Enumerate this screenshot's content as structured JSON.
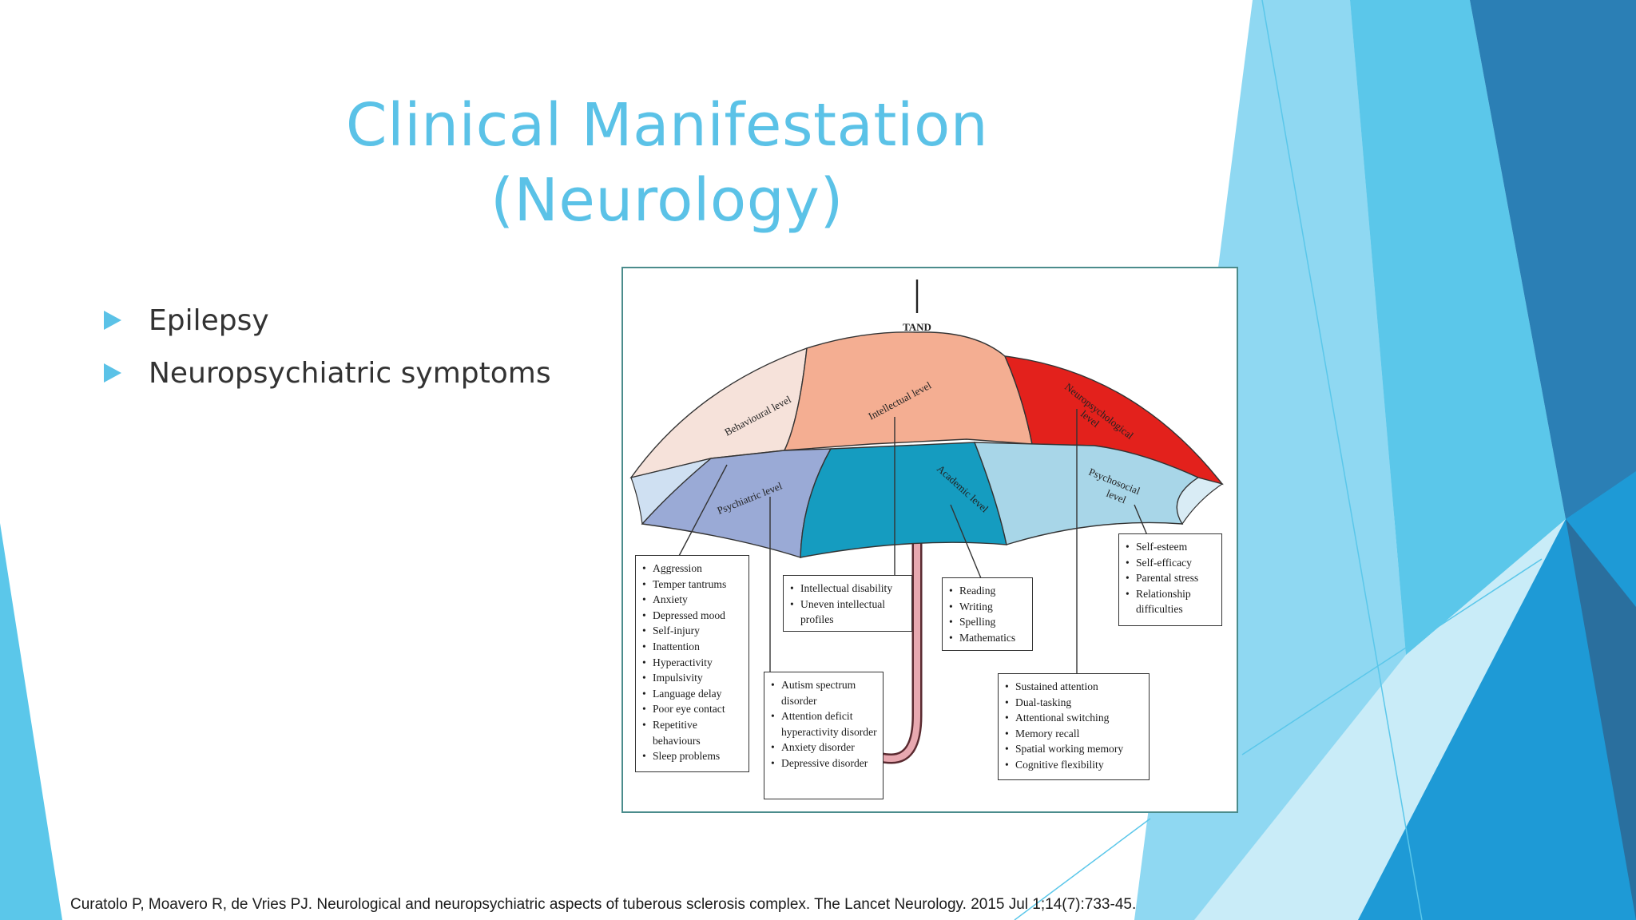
{
  "slide": {
    "title_line1": "Clinical Manifestation",
    "title_line2": "(Neurology)",
    "bullets": [
      "Epilepsy",
      "Neuropsychiatric symptoms"
    ],
    "citation": "Curatolo P, Moavero R, de Vries PJ. Neurological and neuropsychiatric aspects of tuberous sclerosis complex. The Lancet Neurology. 2015 Jul 1;14(7):733-45."
  },
  "diagram": {
    "top_label": "TAND",
    "levels": {
      "behavioural": "Behavioural level",
      "intellectual": "Intellectual level",
      "neuropsychological_line1": "Neuropsychological",
      "neuropsychological_line2": "level",
      "psychiatric": "Psychiatric level",
      "academic": "Academic level",
      "psychosocial_line1": "Psychosocial",
      "psychosocial_line2": "level"
    },
    "boxes": {
      "behavioural": [
        "Aggression",
        "Temper tantrums",
        "Anxiety",
        "Depressed mood",
        "Self-injury",
        "Inattention",
        "Hyperactivity",
        "Impulsivity",
        "Language delay",
        "Poor eye contact",
        "Repetitive behaviours",
        "Sleep problems"
      ],
      "intellectual": [
        "Intellectual disability",
        "Uneven intellectual profiles"
      ],
      "psychiatric": [
        "Autism spectrum disorder",
        "Attention deficit hyperactivity disorder",
        "Anxiety disorder",
        "Depressive disorder"
      ],
      "academic": [
        "Reading",
        "Writing",
        "Spelling",
        "Mathematics"
      ],
      "neuropsychological": [
        "Sustained attention",
        "Dual-tasking",
        "Attentional switching",
        "Memory recall",
        "Spatial working memory",
        "Cognitive flexibility"
      ],
      "psychosocial": [
        "Self-esteem",
        "Self-efficacy",
        "Parental stress",
        "Relationship difficulties"
      ]
    }
  },
  "colors": {
    "title": "#5bc2e7",
    "bullet_arrow": "#5bc2e7",
    "behavioural_panel": "#f6e2da",
    "intellectual_panel": "#f4ae92",
    "neuropsychological_panel": "#e3211c",
    "psychiatric_panel": "#9aaad6",
    "academic_panel": "#159cc0",
    "psychosocial_panel": "#a8d6e8",
    "handle": "#e8a8b0",
    "frame": "#4b8c8c"
  }
}
